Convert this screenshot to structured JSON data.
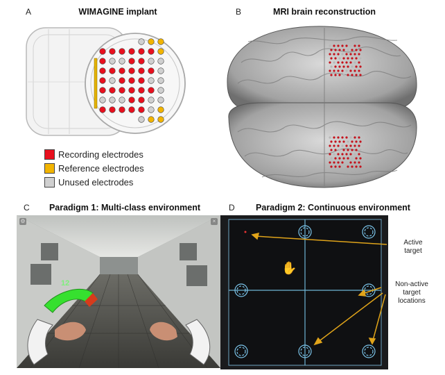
{
  "panels": {
    "a": {
      "letter": "A",
      "title": "WIMAGINE implant"
    },
    "b": {
      "letter": "B",
      "title": "MRI brain reconstruction"
    },
    "c": {
      "letter": "C",
      "title": "Paradigm 1: Multi-class environment",
      "counter": "12"
    },
    "d": {
      "letter": "D",
      "title": "Paradigm 2: Continuous environment"
    }
  },
  "legend": {
    "items": [
      {
        "label": "Recording electrodes",
        "color": "#e8101e"
      },
      {
        "label": "Reference electrodes",
        "color": "#f2b400"
      },
      {
        "label": "Unused electrodes",
        "color": "#d0d0d0"
      }
    ]
  },
  "annotations": {
    "active_target": [
      "Active",
      "target"
    ],
    "non_active": [
      "Non-active",
      "target",
      "locations"
    ]
  },
  "icons": {
    "settings": "gear-icon",
    "close": "close-icon",
    "hand": "hand-cursor-icon"
  }
}
